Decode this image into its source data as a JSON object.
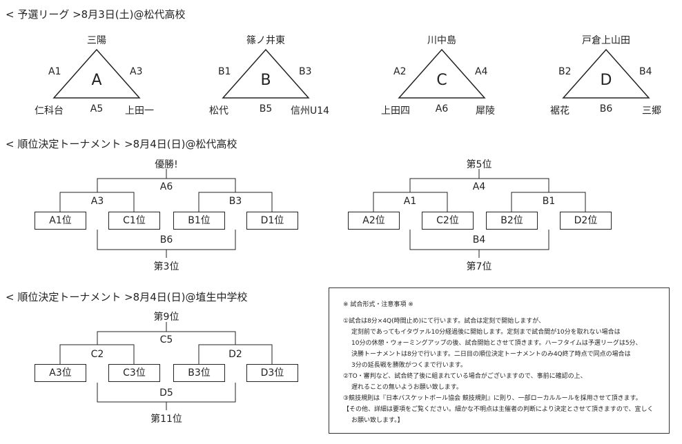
{
  "sec1": {
    "title": "< 予選リーグ >8月3日(土)@松代高校"
  },
  "groups": [
    {
      "top": "三陽",
      "center": "A",
      "left_edge": "A1",
      "right_edge": "A3",
      "bottom_left": "仁科台",
      "bottom_mid": "A5",
      "bottom_right": "上田一"
    },
    {
      "top": "篠ノ井東",
      "center": "B",
      "left_edge": "B1",
      "right_edge": "B3",
      "bottom_left": "松代",
      "bottom_mid": "B5",
      "bottom_right": "信州U14"
    },
    {
      "top": "川中島",
      "center": "C",
      "left_edge": "A2",
      "right_edge": "A4",
      "bottom_left": "上田四",
      "bottom_mid": "A6",
      "bottom_right": "犀陵"
    },
    {
      "top": "戸倉上山田",
      "center": "D",
      "left_edge": "B2",
      "right_edge": "B4",
      "bottom_left": "裾花",
      "bottom_mid": "B6",
      "bottom_right": "三郷"
    }
  ],
  "sec2": {
    "title": "< 順位決定トーナメント >8月4日(日)@松代高校"
  },
  "bracket1": {
    "top": "優勝!",
    "final": "A6",
    "semi_left": "A3",
    "semi_right": "B3",
    "teams": [
      "A1位",
      "C1位",
      "B1位",
      "D1位"
    ],
    "bottom_match": "B6",
    "bottom": "第3位"
  },
  "bracket2": {
    "top": "第5位",
    "final": "A4",
    "semi_left": "A1",
    "semi_right": "B1",
    "teams": [
      "A2位",
      "C2位",
      "B2位",
      "D2位"
    ],
    "bottom_match": "B4",
    "bottom": "第7位"
  },
  "sec3": {
    "title": "< 順位決定トーナメント >8月4日(日)@埴生中学校"
  },
  "bracket3": {
    "top": "第9位",
    "final": "C5",
    "semi_left": "C2",
    "semi_right": "D2",
    "teams": [
      "A3位",
      "C3位",
      "B3位",
      "D3位"
    ],
    "bottom_match": "D5",
    "bottom": "第11位"
  },
  "notes": {
    "heading": "※ 試合形式・注意事項 ※",
    "lines": [
      "①試合は8分×4Q(時間止め)にて行います。試合は定刻で開始しますが、",
      "定刻前であってもイタヴァル10分経過後に開始します。定刻まで試合間が10分を取れない場合は",
      "10分の休憩・ウォーミングアップの後、試合開始とさせて頂きます。ハーフタイムは予選リーグは5分、",
      "決勝トーナメントは8分で行います。二日目の順位決定トーナメントのみ4Q終了時点で同点の場合は",
      "3分の延長戦を勝敗がつくまで行います。",
      "②TO・審判など、試合終了後に組まれている場合がございますので、事前に確認の上、",
      "遅れることの無いようお願い致します。",
      "③競技規則は『日本バスケットボール協会 競技規則』に則り、一部ローカルルールを採用させて頂きます。",
      "【その他、詳細は要項をご覧ください。細かな不明点は主催者の判断により決定とさせて頂きますので、宜しく",
      "お願い致します。】"
    ]
  }
}
